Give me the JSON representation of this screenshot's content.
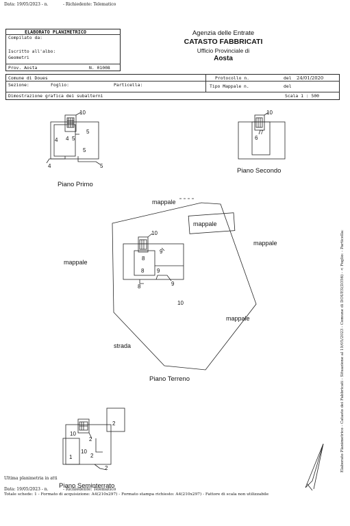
{
  "header": {
    "date_top": "Data: 19/05/2023 - n.",
    "requester_top": "- Richiedente: Telematico"
  },
  "title_block": {
    "title": "ELABORATO PLANIMETRICO",
    "compilato_da": "Compilato da:",
    "iscritto_albo": "Iscritto all'albo:",
    "profession": "Geometri",
    "prov": "Prov. Aosta",
    "number": "N. 01008"
  },
  "agency": {
    "line1": "Agenzia delle Entrate",
    "line2": "CATASTO FABBRICATI",
    "line3": "Ufficio Provinciale di",
    "line4": "Aosta"
  },
  "info_grid": {
    "comune": "Comune di Doues",
    "sezione": "Sezione:",
    "foglio": "Foglio:",
    "particella": "Particella:",
    "protocollo": "Protocollo n.",
    "del1": "del",
    "date1": "24/01/2020",
    "tipo_mappale": "Tipo Mappale n.",
    "del2": "del",
    "dimostrazione": "Dimostrazione grafica dei subalterni",
    "scala": "Scala 1 : 500"
  },
  "drawing": {
    "piano_primo": "Piano Primo",
    "piano_secondo": "Piano Secondo",
    "piano_terreno": "Piano Terreno",
    "piano_seminterrato": "Piano Seminterrato",
    "mappale": "mappale",
    "strada": "strada",
    "primo_numbers": [
      "10",
      "4",
      "5",
      "5",
      "4",
      "5",
      "4",
      "5"
    ],
    "secondo_numbers": [
      "10",
      "7",
      "6"
    ],
    "terreno_numbers": [
      "10",
      "8",
      "9",
      "8",
      "9",
      "8",
      "9",
      "10"
    ],
    "seminterrato_numbers": [
      "2",
      "10",
      "2",
      "1",
      "10",
      "2",
      "2"
    ]
  },
  "side_text": "Elaborato Planimetrico - Catasto dei Fabbricati - Situazione al 19/05/2023 - Comune di DOUES(D356) - < Foglio: - Particella:",
  "footer": {
    "ultima": "Ultima planimetria in atti",
    "date_bottom": "Data: 19/05/2023 - n.",
    "requester_bottom": "- Richiedente: Telematico",
    "schede": "Totale schede: 1 - Formato di acquisizione: A4(210x297) - Formato stampa richiesto: A4(210x297) - Fattore di scala non utilizzabile"
  },
  "colors": {
    "ink": "#111111",
    "background": "#ffffff"
  }
}
